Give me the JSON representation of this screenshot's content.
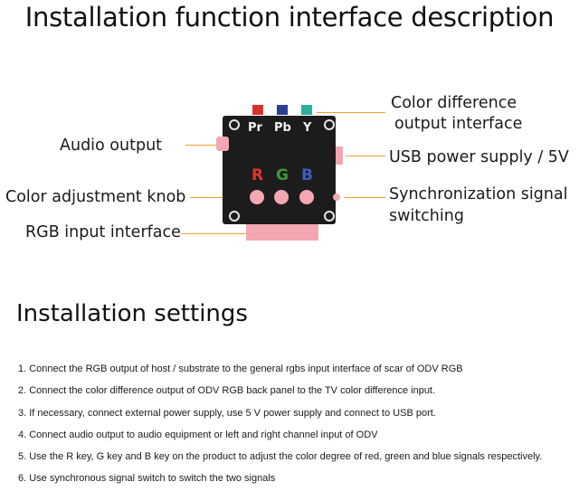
{
  "title": "Installation function interface description",
  "diagram": {
    "labels": {
      "audio_output": "Audio output",
      "color_knob": "Color adjustment knob",
      "rgb_input": "RGB input interface",
      "color_diff_line1": "Color difference",
      "color_diff_line2": "output interface",
      "usb_power": "USB power supply / 5V",
      "sync_line1": "Synchronization signal",
      "sync_line2": "switching"
    },
    "board": {
      "port_labels": [
        "Pr",
        "Pb",
        "Y"
      ],
      "port_colors": [
        "#d9322b",
        "#2a3f8f",
        "#2fae9b"
      ],
      "rgb_letters": [
        "R",
        "G",
        "B"
      ],
      "rgb_colors": [
        "#e0362d",
        "#3a9a3a",
        "#3a5fc0"
      ],
      "pink": "#f4a7b1",
      "leader_color": "#f0a030"
    }
  },
  "section_title": "Installation settings",
  "steps": [
    "1. Connect the RGB output of host / substrate to the general rgbs input interface of scar of ODV RGB",
    "2. Connect the color difference output of ODV RGB back panel to the TV color difference input.",
    "3. If necessary, connect external power supply, use 5 V power supply and connect to USB port.",
    "4. Connect audio output to audio equipment or left and right channel input of ODV",
    "5. Use the R key, G key and B key on the product to adjust the color degree of red, green and blue signals respectively.",
    "6. Use synchronous signal switch to switch the two signals"
  ]
}
